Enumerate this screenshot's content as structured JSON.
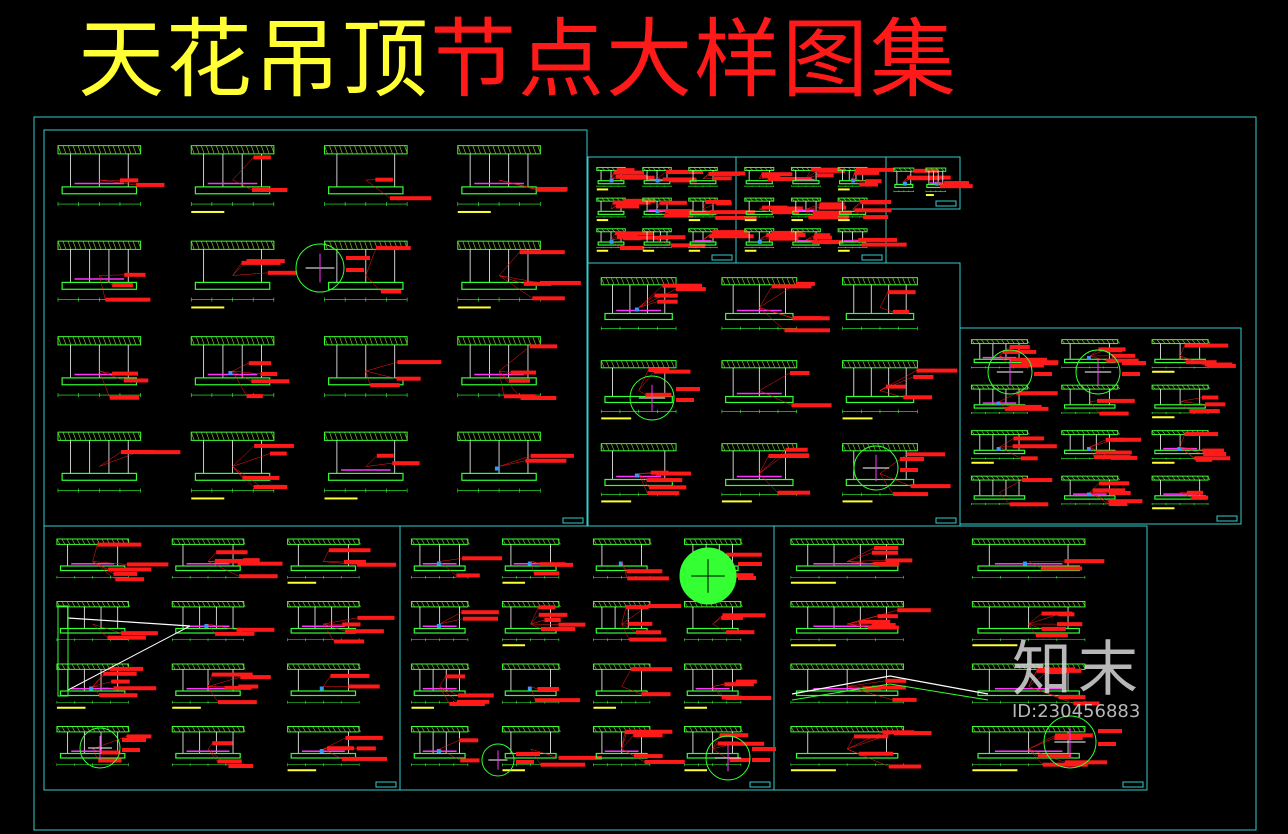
{
  "title": {
    "part1": "天花吊顶",
    "part2": "节点大样图集",
    "color1": "#ffff33",
    "color2": "#ff1a1a"
  },
  "watermark": {
    "logo": "知末",
    "id": "ID:230456883"
  },
  "colors": {
    "frame": "#33cccc",
    "green": "#33ff33",
    "red": "#ff1a1a",
    "yellow": "#ffff33",
    "white": "#ffffff",
    "magenta": "#ff33ff",
    "blue": "#3399ff",
    "olive": "#99cc33"
  },
  "sheets": [
    "sheet-top-left",
    "sheet-small-a",
    "sheet-small-b",
    "sheet-small-c",
    "sheet-middle-center",
    "sheet-right",
    "sheet-bottom-left",
    "sheet-bottom-center",
    "sheet-bottom-right"
  ]
}
